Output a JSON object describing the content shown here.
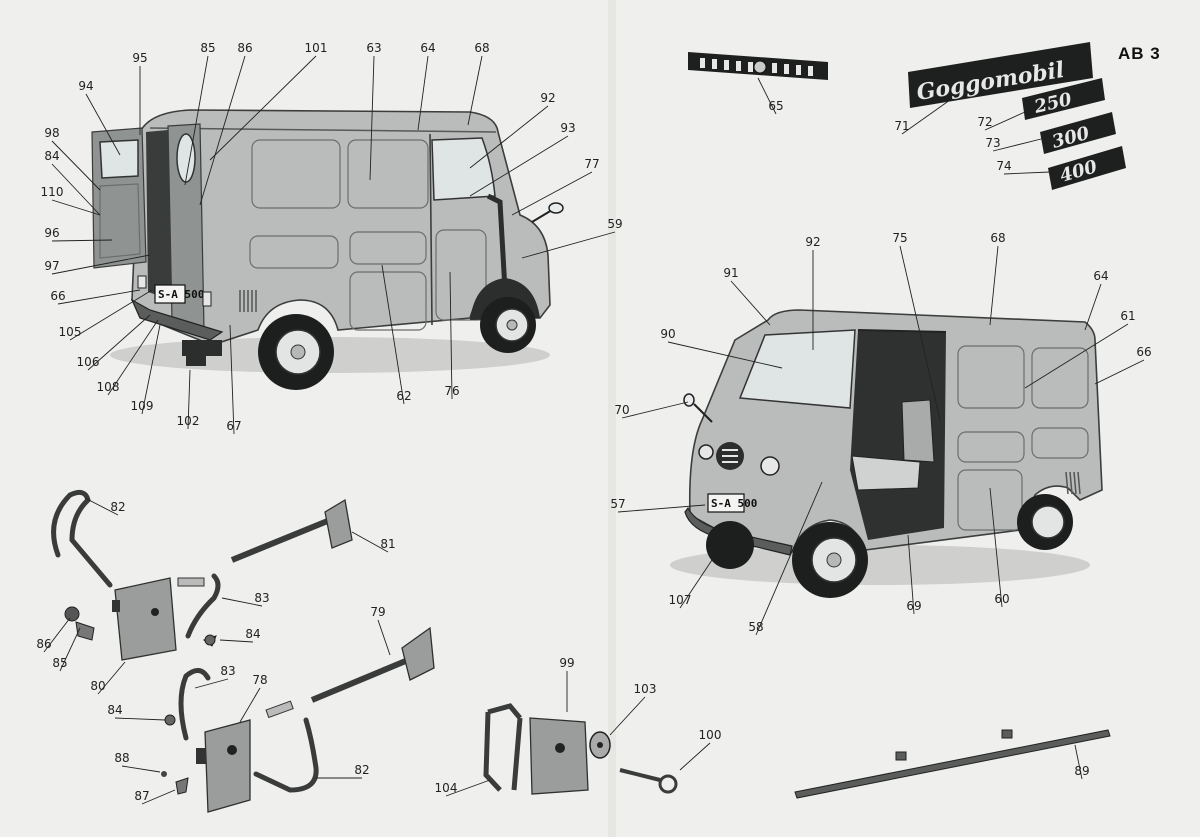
{
  "page_code": "AB 3",
  "plates": {
    "rear": "S-A 500",
    "front": "S-A 500"
  },
  "badges": {
    "logo": "Goggomobil",
    "model_250": "250",
    "model_300": "300",
    "model_400": "400"
  },
  "callouts": [
    {
      "label": "95"
    },
    {
      "label": "85"
    },
    {
      "label": "86"
    },
    {
      "label": "101"
    },
    {
      "label": "63"
    },
    {
      "label": "64"
    },
    {
      "label": "68"
    },
    {
      "label": "94"
    },
    {
      "label": "92"
    },
    {
      "label": "93"
    },
    {
      "label": "98"
    },
    {
      "label": "84"
    },
    {
      "label": "77"
    },
    {
      "label": "110"
    },
    {
      "label": "59"
    },
    {
      "label": "96"
    },
    {
      "label": "97"
    },
    {
      "label": "66"
    },
    {
      "label": "105"
    },
    {
      "label": "106"
    },
    {
      "label": "108"
    },
    {
      "label": "109"
    },
    {
      "label": "102"
    },
    {
      "label": "67"
    },
    {
      "label": "62"
    },
    {
      "label": "76"
    },
    {
      "label": "65"
    },
    {
      "label": "71"
    },
    {
      "label": "72"
    },
    {
      "label": "73"
    },
    {
      "label": "74"
    },
    {
      "label": "92"
    },
    {
      "label": "75"
    },
    {
      "label": "68"
    },
    {
      "label": "91"
    },
    {
      "label": "64"
    },
    {
      "label": "61"
    },
    {
      "label": "90"
    },
    {
      "label": "66"
    },
    {
      "label": "70"
    },
    {
      "label": "57"
    },
    {
      "label": "107"
    },
    {
      "label": "58"
    },
    {
      "label": "69"
    },
    {
      "label": "60"
    },
    {
      "label": "82"
    },
    {
      "label": "81"
    },
    {
      "label": "83"
    },
    {
      "label": "84"
    },
    {
      "label": "86"
    },
    {
      "label": "85"
    },
    {
      "label": "80"
    },
    {
      "label": "79"
    },
    {
      "label": "83"
    },
    {
      "label": "78"
    },
    {
      "label": "84"
    },
    {
      "label": "82"
    },
    {
      "label": "88"
    },
    {
      "label": "87"
    },
    {
      "label": "99"
    },
    {
      "label": "103"
    },
    {
      "label": "100"
    },
    {
      "label": "104"
    },
    {
      "label": "89"
    }
  ]
}
